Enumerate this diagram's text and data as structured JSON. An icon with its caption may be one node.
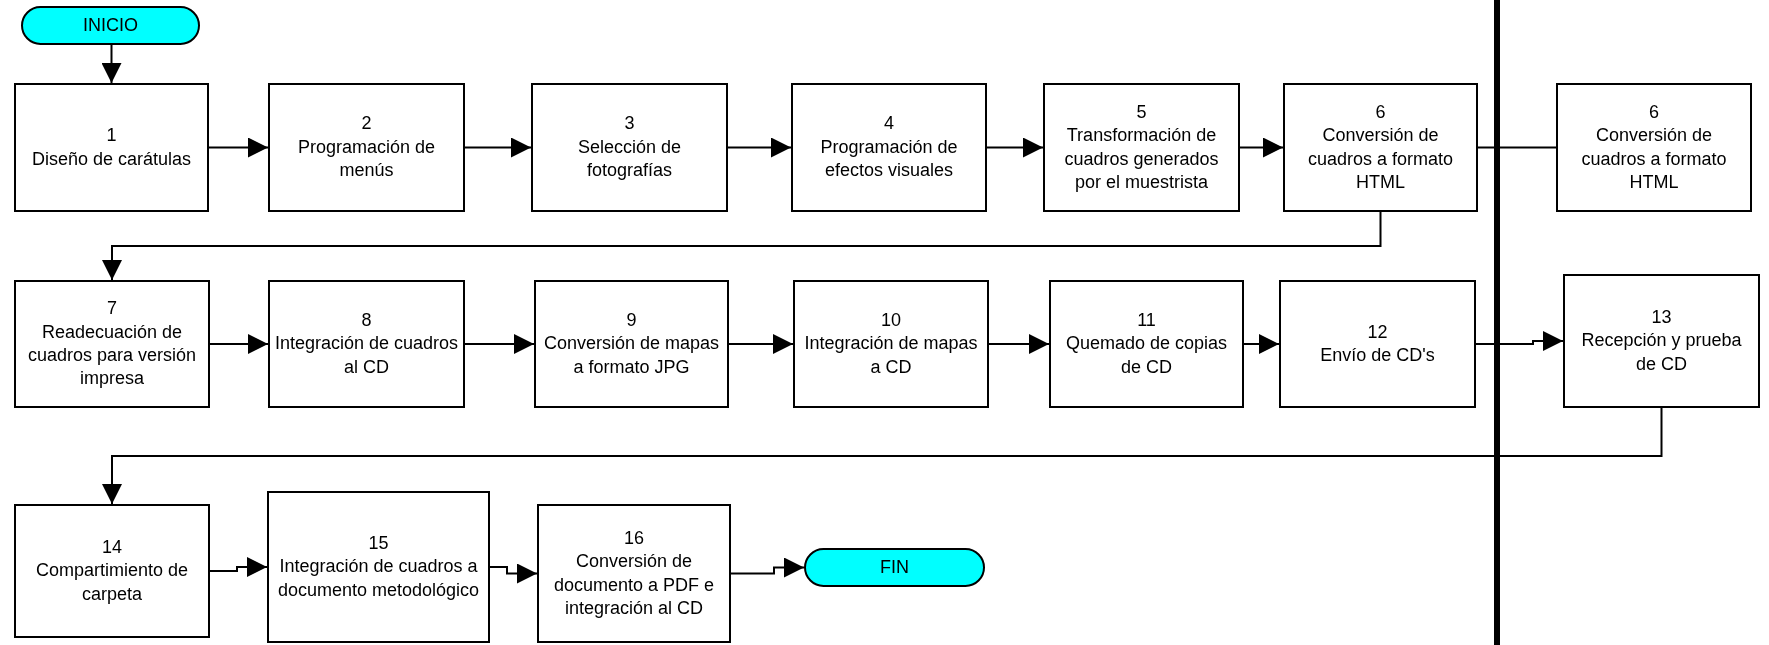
{
  "diagram": {
    "nodes": [
      {
        "text": [
          "INICIO"
        ]
      },
      {
        "text": [
          "1",
          "Diseño de carátulas"
        ]
      },
      {
        "text": [
          "2",
          "Programación de menús"
        ]
      },
      {
        "text": [
          "3",
          "Selección de fotografías"
        ]
      },
      {
        "text": [
          "4",
          "Programación de efectos visuales"
        ]
      },
      {
        "text": [
          "5",
          "Transformación de cuadros generados por el muestrista"
        ]
      },
      {
        "text": [
          "6",
          "Conversión de cuadros a formato HTML"
        ]
      },
      {
        "text": [
          "6",
          "Conversión de cuadros a formato HTML"
        ]
      },
      {
        "text": [
          "7",
          "Readecuación de cuadros para versión impresa"
        ]
      },
      {
        "text": [
          "8",
          "Integración de cuadros al CD"
        ]
      },
      {
        "text": [
          "9",
          "Conversión de mapas a formato JPG"
        ]
      },
      {
        "text": [
          "10",
          "Integración de mapas a CD"
        ]
      },
      {
        "text": [
          "11",
          "Quemado de copias de CD"
        ]
      },
      {
        "text": [
          "12",
          "Envío de CD's"
        ]
      },
      {
        "text": [
          "13",
          "Recepción y prueba de CD"
        ]
      },
      {
        "text": [
          "14",
          "Compartimiento de carpeta"
        ]
      },
      {
        "text": [
          "15",
          "Integración de cuadros a documento metodológico"
        ]
      },
      {
        "text": [
          "16",
          "Conversión de documento a PDF e integración al CD"
        ]
      },
      {
        "text": [
          "FIN"
        ]
      }
    ],
    "edges": [
      {
        "from": 0,
        "to": 1,
        "arrow": "to"
      },
      {
        "from": 1,
        "to": 2,
        "arrow": "to"
      },
      {
        "from": 2,
        "to": 3,
        "arrow": "to"
      },
      {
        "from": 3,
        "to": 4,
        "arrow": "to"
      },
      {
        "from": 4,
        "to": 5,
        "arrow": "to"
      },
      {
        "from": 5,
        "to": 6,
        "arrow": "to"
      },
      {
        "from": 6,
        "to": 7,
        "arrow": "none"
      },
      {
        "from": 6,
        "to": 8,
        "arrow": "to"
      },
      {
        "from": 8,
        "to": 9,
        "arrow": "to"
      },
      {
        "from": 9,
        "to": 10,
        "arrow": "to"
      },
      {
        "from": 10,
        "to": 11,
        "arrow": "to"
      },
      {
        "from": 11,
        "to": 12,
        "arrow": "to"
      },
      {
        "from": 12,
        "to": 13,
        "arrow": "to"
      },
      {
        "from": 13,
        "to": 14,
        "arrow": "to"
      },
      {
        "from": 14,
        "to": 15,
        "arrow": "to"
      },
      {
        "from": 15,
        "to": 16,
        "arrow": "to"
      },
      {
        "from": 16,
        "to": 17,
        "arrow": "to"
      },
      {
        "from": 17,
        "to": 18,
        "arrow": "to"
      }
    ]
  }
}
